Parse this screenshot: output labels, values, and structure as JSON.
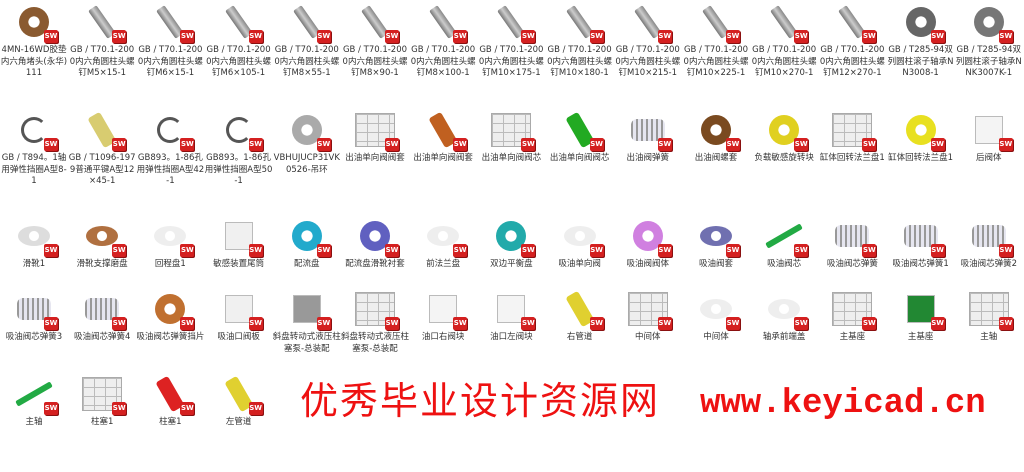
{
  "badge_text": "SW",
  "watermark": {
    "line1": "优秀毕业设计资源网",
    "line2": "www.keyicad.cn"
  },
  "rows": [
    [
      {
        "label": "4MN-16WD胶垫内六角堵头(永华)111",
        "kind": "nut",
        "color": "#8a5a30"
      },
      {
        "label": "GB / T70.1-2000内六角圆柱头螺钉M5×15-1",
        "kind": "screw",
        "color": "#999"
      },
      {
        "label": "GB / T70.1-2000内六角圆柱头螺钉M6×15-1",
        "kind": "screw",
        "color": "#999"
      },
      {
        "label": "GB / T70.1-2000内六角圆柱头螺钉M6×105-1",
        "kind": "screw",
        "color": "#999"
      },
      {
        "label": "GB / T70.1-2000内六角圆柱头螺钉M8×55-1",
        "kind": "screw",
        "color": "#999"
      },
      {
        "label": "GB / T70.1-2000内六角圆柱头螺钉M8×90-1",
        "kind": "screw",
        "color": "#999"
      },
      {
        "label": "GB / T70.1-2000内六角圆柱头螺钉M8×100-1",
        "kind": "screw",
        "color": "#999"
      },
      {
        "label": "GB / T70.1-2000内六角圆柱头螺钉M10×175-1",
        "kind": "screw",
        "color": "#999"
      },
      {
        "label": "GB / T70.1-2000内六角圆柱头螺钉M10×180-1",
        "kind": "screw",
        "color": "#999"
      },
      {
        "label": "GB / T70.1-2000内六角圆柱头螺钉M10×215-1",
        "kind": "screw",
        "color": "#999"
      },
      {
        "label": "GB / T70.1-2000内六角圆柱头螺钉M10×225-1",
        "kind": "screw",
        "color": "#999"
      },
      {
        "label": "GB / T70.1-2000内六角圆柱头螺钉M10×270-1",
        "kind": "screw",
        "color": "#999"
      },
      {
        "label": "GB / T70.1-2000内六角圆柱头螺钉M12×270-1",
        "kind": "screw",
        "color": "#999"
      },
      {
        "label": "GB / T285-94双列圆柱滚子轴承NN3008-1",
        "kind": "nut",
        "color": "#666"
      },
      {
        "label": "GB / T285-94双列圆柱滚子轴承NNK3007K-1",
        "kind": "nut",
        "color": "#777"
      }
    ],
    [
      {
        "label": "GB / T894。1轴用弹性挡圈A型8-1",
        "kind": "ring",
        "color": "#555"
      },
      {
        "label": "GB / T1096-1979普通平键A型12×45-1",
        "kind": "cyl",
        "color": "#d8cc70"
      },
      {
        "label": "GB893。1-86孔用弹性挡圈A型42-1",
        "kind": "ring",
        "color": "#555"
      },
      {
        "label": "GB893。1-86孔用弹性挡圈A型50-1",
        "kind": "ring",
        "color": "#555"
      },
      {
        "label": "VBHUJUCP31VK0526-吊环",
        "kind": "nut",
        "color": "#aaa"
      },
      {
        "label": "出油单向阀阀套",
        "kind": "drawing",
        "color": "#eee"
      },
      {
        "label": "出油单向阀阀套",
        "kind": "cyl",
        "color": "#c06020"
      },
      {
        "label": "出油单向阀阀芯",
        "kind": "drawing",
        "color": "#eee"
      },
      {
        "label": "出油单向阀阀芯",
        "kind": "cyl",
        "color": "#22aa22"
      },
      {
        "label": "出油阀弹簧",
        "kind": "spring",
        "color": "#ccd"
      },
      {
        "label": "出油阀螺套",
        "kind": "nut",
        "color": "#7a4a20"
      },
      {
        "label": "负载敏感旋转块",
        "kind": "nut",
        "color": "#e0d020"
      },
      {
        "label": "缸体回转法兰盘1",
        "kind": "drawing",
        "color": "#eee"
      },
      {
        "label": "缸体回转法兰盘1",
        "kind": "nut",
        "color": "#e8e020"
      },
      {
        "label": "后阀体",
        "kind": "block",
        "color": "#f4f4f4"
      }
    ],
    [
      {
        "label": "滑靴1",
        "kind": "disk",
        "color": "#ddd"
      },
      {
        "label": "滑靴支撑磨盘",
        "kind": "disk",
        "color": "#b07040"
      },
      {
        "label": "回程盘1",
        "kind": "disk",
        "color": "#eee"
      },
      {
        "label": "敏感装置尾筒",
        "kind": "block",
        "color": "#f0f0f0"
      },
      {
        "label": "配流盘",
        "kind": "nut",
        "color": "#22aacc"
      },
      {
        "label": "配流盘滑靴衬套",
        "kind": "nut",
        "color": "#6060c0"
      },
      {
        "label": "前法兰盘",
        "kind": "disk",
        "color": "#eee"
      },
      {
        "label": "双边平衡盘",
        "kind": "nut",
        "color": "#22aaaa"
      },
      {
        "label": "吸油单向阀",
        "kind": "disk",
        "color": "#eee"
      },
      {
        "label": "吸油阀阀体",
        "kind": "nut",
        "color": "#d080e0"
      },
      {
        "label": "吸油阀套",
        "kind": "disk",
        "color": "#7070b0"
      },
      {
        "label": "吸油阀芯",
        "kind": "shaft",
        "color": "#22aa44"
      },
      {
        "label": "吸油阀芯弹簧",
        "kind": "spring",
        "color": "#ccd"
      },
      {
        "label": "吸油阀芯弹簧1",
        "kind": "spring",
        "color": "#ccd"
      },
      {
        "label": "吸油阀芯弹簧2",
        "kind": "spring",
        "color": "#ccd"
      }
    ],
    [
      {
        "label": "吸油阀芯弹簧3",
        "kind": "spring",
        "color": "#ccd"
      },
      {
        "label": "吸油阀芯弹簧4",
        "kind": "spring",
        "color": "#ccd"
      },
      {
        "label": "吸油阀芯弹簧挡片",
        "kind": "nut",
        "color": "#c07030"
      },
      {
        "label": "吸油口阀板",
        "kind": "block",
        "color": "#f0f0f0"
      },
      {
        "label": "斜盘转动式液压柱塞泵-总装配",
        "kind": "block",
        "color": "#999"
      },
      {
        "label": "斜盘转动式液压柱塞泵-总装配",
        "kind": "drawing",
        "color": "#eee"
      },
      {
        "label": "油口右阀块",
        "kind": "block",
        "color": "#f4f4f4"
      },
      {
        "label": "油口左阀块",
        "kind": "block",
        "color": "#f4f4f4"
      },
      {
        "label": "右管道",
        "kind": "cyl",
        "color": "#e0d030"
      },
      {
        "label": "中间体",
        "kind": "drawing",
        "color": "#eee"
      },
      {
        "label": "中间体",
        "kind": "disk",
        "color": "#eee"
      },
      {
        "label": "轴承前端盖",
        "kind": "disk",
        "color": "#eee"
      },
      {
        "label": "主基座",
        "kind": "drawing",
        "color": "#eee"
      },
      {
        "label": "主基座",
        "kind": "block",
        "color": "#228833"
      },
      {
        "label": "主轴",
        "kind": "drawing",
        "color": "#eee"
      }
    ],
    [
      {
        "label": "主轴",
        "kind": "shaft",
        "color": "#22aa44"
      },
      {
        "label": "柱塞1",
        "kind": "drawing",
        "color": "#eee"
      },
      {
        "label": "柱塞1",
        "kind": "cyl",
        "color": "#dd2222"
      },
      {
        "label": "左管道",
        "kind": "cyl",
        "color": "#e0d030"
      }
    ]
  ]
}
